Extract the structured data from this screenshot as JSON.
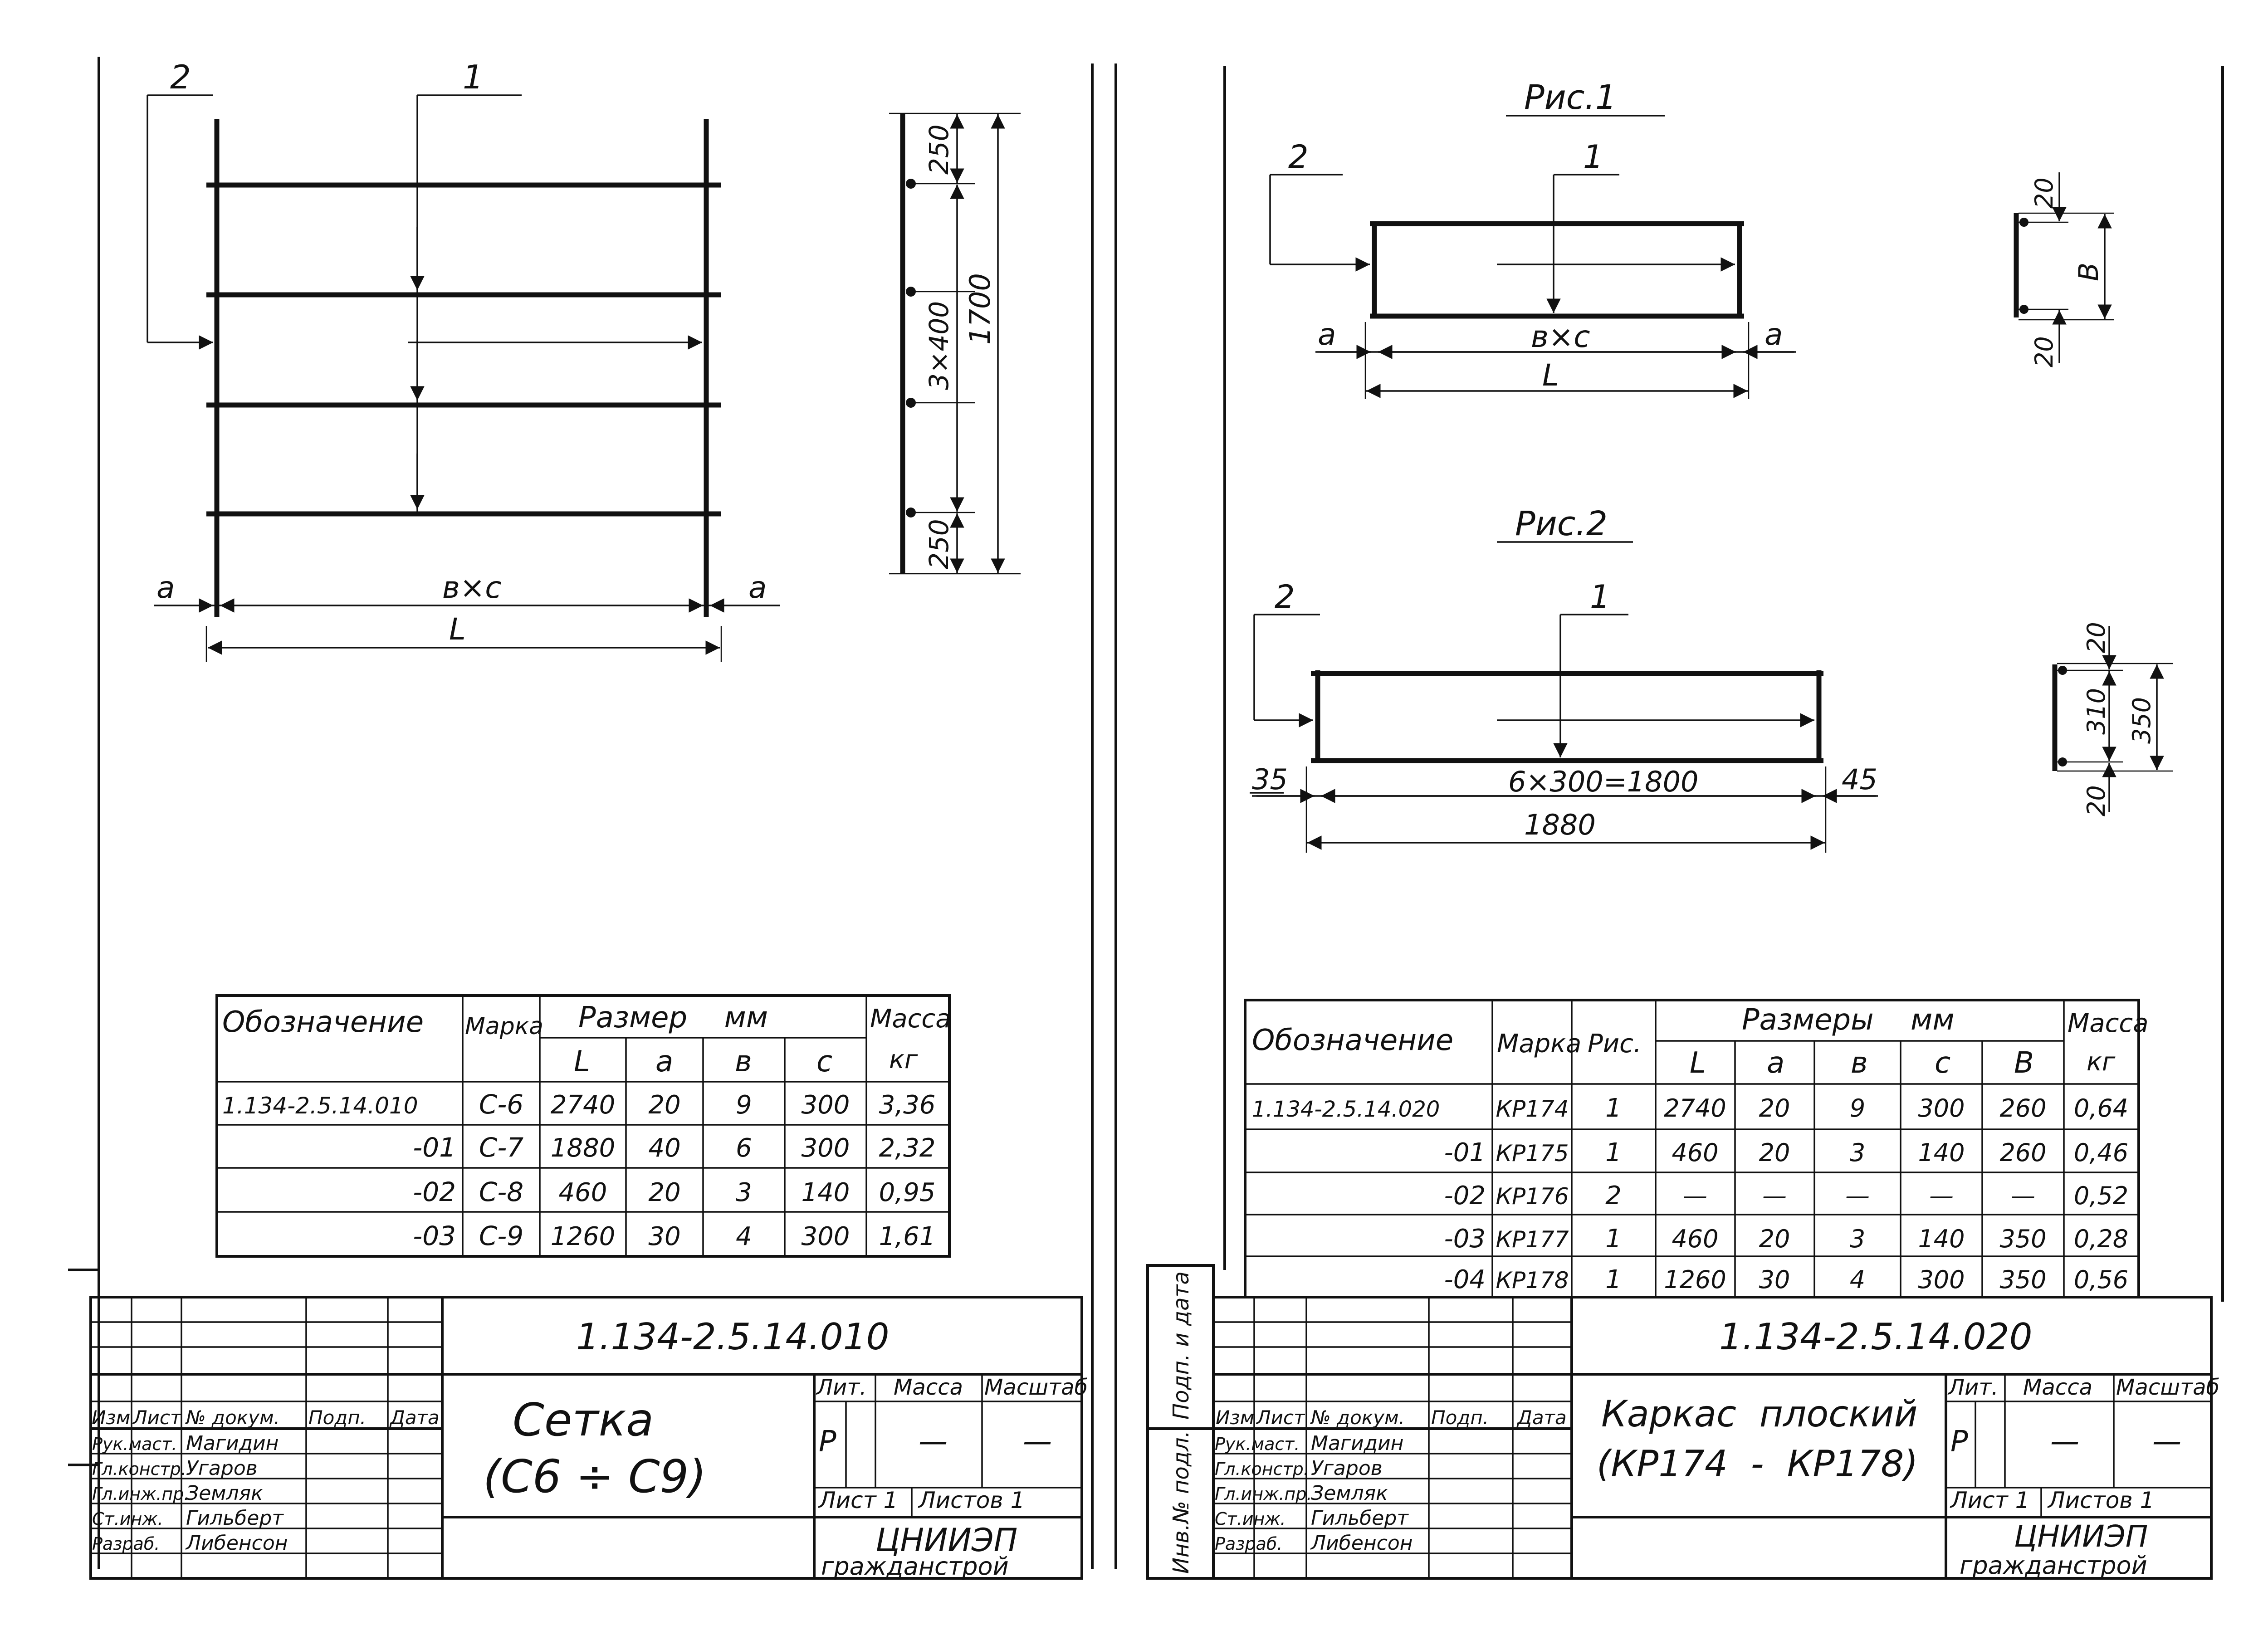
{
  "left": {
    "mesh_drawing": {
      "callout_1": "1",
      "callout_2": "2",
      "label_a_left": "a",
      "label_a_right": "a",
      "label_bxc": "в×с",
      "label_L": "L",
      "dim_250_top": "250",
      "dim_3x400": "3×400",
      "dim_1700": "1700",
      "dim_250_bottom": "250"
    },
    "table": {
      "headers": {
        "designation": "Обозначение",
        "mark": "Марка",
        "size": "Размер    мм",
        "mass": "Масса",
        "mass_unit": "кг",
        "L": "L",
        "a": "a",
        "b": "в",
        "c": "с"
      },
      "rows": [
        {
          "designation": "1.134-2.5.14.010",
          "mark": "С-6",
          "L": "2740",
          "a": "20",
          "b": "9",
          "c": "300",
          "mass": "3,36"
        },
        {
          "designation": "-01",
          "mark": "С-7",
          "L": "1880",
          "a": "40",
          "b": "6",
          "c": "300",
          "mass": "2,32"
        },
        {
          "designation": "-02",
          "mark": "С-8",
          "L": "460",
          "a": "20",
          "b": "3",
          "c": "140",
          "mass": "0,95"
        },
        {
          "designation": "-03",
          "mark": "С-9",
          "L": "1260",
          "a": "30",
          "b": "4",
          "c": "300",
          "mass": "1,61"
        }
      ]
    },
    "title_block": {
      "doc_number": "1.134-2.5.14.010",
      "title_line1": "Сетка",
      "title_line2": "(С6 ÷ С9)",
      "col_izm": "Изм",
      "col_list": "Лист",
      "col_dokum": "№ докум.",
      "col_podp": "Подп.",
      "col_data": "Дата",
      "lit_label": "Лит.",
      "mass_label": "Масса",
      "scale_label": "Масштаб",
      "lit_value": "Р",
      "mass_value": "—",
      "scale_value": "—",
      "sheet_label": "Лист 1",
      "sheets_label": "Листов 1",
      "org": "ЦНИИЭП",
      "org_sub": "гражданстрой",
      "roles": [
        {
          "role": "Рук.маст.",
          "name": "Магидин"
        },
        {
          "role": "Гл.констр.",
          "name": "Угаров"
        },
        {
          "role": "Гл.инж.пр.",
          "name": "Земляк"
        },
        {
          "role": "Ст.инж.",
          "name": "Гильберт"
        },
        {
          "role": "Разраб.",
          "name": "Либенсон"
        }
      ]
    }
  },
  "right": {
    "fig1": {
      "title": "Рис.1",
      "callout_1": "1",
      "callout_2": "2",
      "label_a_left": "a",
      "label_a_right": "a",
      "label_bxc": "в×с",
      "label_L": "L",
      "dim_20_top": "20",
      "dim_B": "В",
      "dim_20_bottom": "20"
    },
    "fig2": {
      "title": "Рис.2",
      "callout_1": "1",
      "callout_2": "2",
      "dim_35": "35",
      "dim_6x300": "6×300=1800",
      "dim_45": "45",
      "dim_1880": "1880",
      "dim_20_top": "20",
      "dim_310": "310",
      "dim_350": "350",
      "dim_20_bottom": "20"
    },
    "table": {
      "headers": {
        "designation": "Обозначение",
        "mark": "Марка",
        "fig": "Рис.",
        "sizes": "Размеры    мм",
        "mass": "Масса",
        "mass_unit": "кг",
        "L": "L",
        "a": "a",
        "b": "в",
        "c": "с",
        "B": "В"
      },
      "rows": [
        {
          "designation": "1.134-2.5.14.020",
          "mark": "КР174",
          "fig": "1",
          "L": "2740",
          "a": "20",
          "b": "9",
          "c": "300",
          "B": "260",
          "mass": "0,64"
        },
        {
          "designation": "-01",
          "mark": "КР175",
          "fig": "1",
          "L": "460",
          "a": "20",
          "b": "3",
          "c": "140",
          "B": "260",
          "mass": "0,46"
        },
        {
          "designation": "-02",
          "mark": "КР176",
          "fig": "2",
          "L": "—",
          "a": "—",
          "b": "—",
          "c": "—",
          "B": "—",
          "mass": "0,52"
        },
        {
          "designation": "-03",
          "mark": "КР177",
          "fig": "1",
          "L": "460",
          "a": "20",
          "b": "3",
          "c": "140",
          "B": "350",
          "mass": "0,28"
        },
        {
          "designation": "-04",
          "mark": "КР178",
          "fig": "1",
          "L": "1260",
          "a": "30",
          "b": "4",
          "c": "300",
          "B": "350",
          "mass": "0,56"
        }
      ]
    },
    "side_labels": {
      "podp_data": "Подп. и дата",
      "inv_podl": "Инв.№ подл."
    },
    "title_block": {
      "doc_number": "1.134-2.5.14.020",
      "title_line1": "Каркас  плоский",
      "title_line2": "(КР174  -  КР178)",
      "col_izm": "Изм",
      "col_list": "Лист",
      "col_dokum": "№ докум.",
      "col_podp": "Подп.",
      "col_data": "Дата",
      "lit_label": "Лит.",
      "mass_label": "Масса",
      "scale_label": "Масштаб",
      "lit_value": "Р",
      "mass_value": "—",
      "scale_value": "—",
      "sheet_label": "Лист 1",
      "sheets_label": "Листов 1",
      "org": "ЦНИИЭП",
      "org_sub": "гражданстрой",
      "roles": [
        {
          "role": "Рук.маст.",
          "name": "Магидин"
        },
        {
          "role": "Гл.констр.",
          "name": "Угаров"
        },
        {
          "role": "Гл.инж.пр.",
          "name": "Земляк"
        },
        {
          "role": "Ст.инж.",
          "name": "Гильберт"
        },
        {
          "role": "Разраб.",
          "name": "Либенсон"
        }
      ]
    }
  }
}
